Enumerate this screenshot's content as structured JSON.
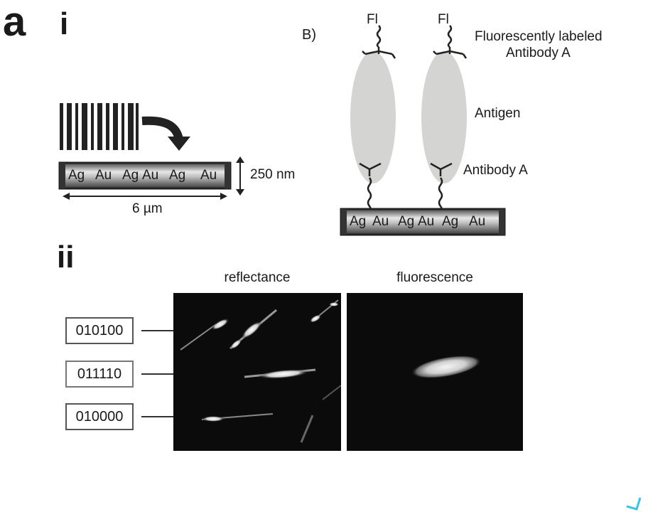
{
  "panel": {
    "letter": "a",
    "sub_i": "i",
    "sub_ii": "ii",
    "sub_b": "B)"
  },
  "nanowire_left": {
    "segments": [
      "Ag",
      "Au",
      "Ag",
      "Au",
      "Ag",
      "Au"
    ],
    "height_label": "250 nm",
    "length_label": "6 µm"
  },
  "nanowire_right": {
    "segments": [
      "Ag",
      "Au",
      "Ag",
      "Au",
      "Ag",
      "Au"
    ]
  },
  "assay_labels": {
    "fl1": "Fl",
    "fl2": "Fl",
    "fluor_line1": "Fluorescently labeled",
    "fluor_line2": "Antibody A",
    "antigen": "Antigen",
    "antibody": "Antibody A"
  },
  "images": {
    "reflectance_title": "reflectance",
    "fluorescence_title": "fluorescence"
  },
  "codes": [
    "010100",
    "011110",
    "010000"
  ],
  "colors": {
    "antigen": "#d4d4d2",
    "wire_dark": "#2a2a2a",
    "corner_mark": "#38c6e6"
  }
}
